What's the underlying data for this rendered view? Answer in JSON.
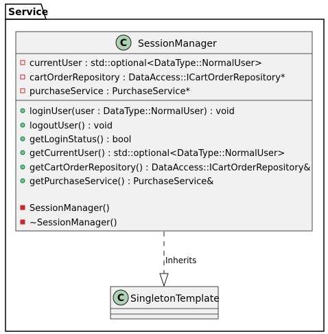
{
  "package": {
    "title": "Service"
  },
  "classes": {
    "session_manager": {
      "stereotype_letter": "C",
      "name": "SessionManager",
      "attributes": [
        {
          "visibility": "private",
          "text": "currentUser : std::optional<DataType::NormalUser>"
        },
        {
          "visibility": "private",
          "text": "cartOrderRepository : DataAccess::ICartOrderRepository*"
        },
        {
          "visibility": "private",
          "text": "purchaseService : PurchaseService*"
        }
      ],
      "methods": [
        {
          "visibility": "public",
          "text": "loginUser(user : DataType::NormalUser) : void"
        },
        {
          "visibility": "public",
          "text": "logoutUser() : void"
        },
        {
          "visibility": "public",
          "text": "getLoginStatus() : bool"
        },
        {
          "visibility": "public",
          "text": "getCurrentUser() : std::optional<DataType::NormalUser>"
        },
        {
          "visibility": "public",
          "text": "getCartOrderRepository() : DataAccess::ICartOrderRepository&"
        },
        {
          "visibility": "public",
          "text": "getPurchaseService() : PurchaseService&"
        }
      ],
      "private_methods": [
        {
          "visibility": "private",
          "text": "SessionManager()"
        },
        {
          "visibility": "private",
          "text": "~SessionManager()"
        }
      ]
    },
    "singleton_template": {
      "stereotype_letter": "C",
      "name": "SingletonTemplate"
    }
  },
  "relation": {
    "label": "Inherits"
  },
  "colors": {
    "class_fill": "#f1f1f1",
    "class_border": "#181818",
    "stereotype_circle": "#add1b2",
    "private_marker": "#c82930",
    "public_marker": "#84be84",
    "package_border": "#000000"
  }
}
